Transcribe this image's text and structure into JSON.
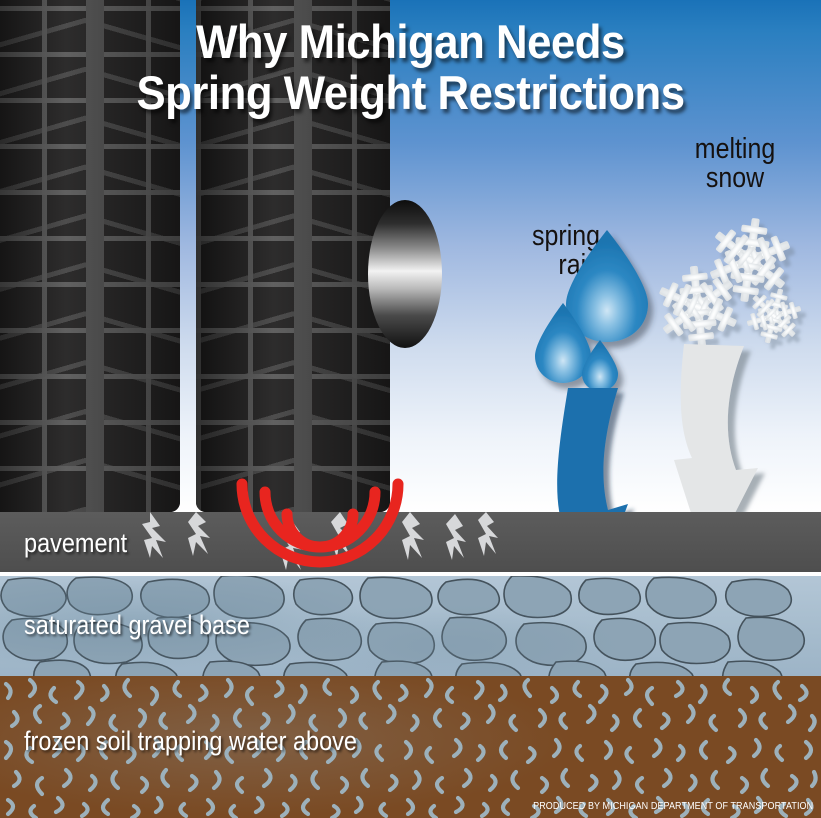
{
  "title": {
    "text": "Why Michigan Needs\nSpring Weight Restrictions",
    "color": "#ffffff"
  },
  "sky": {
    "gradient_top": "#1a72b8",
    "gradient_bottom": "#ffffff"
  },
  "labels": {
    "spring_rain": "spring\nrain",
    "melting_snow": "melting\nsnow",
    "pavement": "pavement",
    "gravel": "saturated gravel base",
    "soil": "frozen soil trapping water above"
  },
  "credit": {
    "text": "PRODUCED BY MICHIGAN DEPARTMENT OF TRANSPORTATION"
  },
  "colors": {
    "water_blue": "#1e7ab5",
    "arrow_blue": "#1d6fad",
    "snow_white": "#e8eaec",
    "pavement_gray": "#565656",
    "gravel_stone": "#8da4b5",
    "gravel_mortar": "#a8c0d4",
    "soil_brown": "#7a4a23",
    "soil_ice": "#9fb7c4",
    "crack_red": "#e8251f",
    "tire_black": "#201f1f"
  },
  "elements": {
    "tire_count": 2,
    "droplet_count": 3,
    "snowflake_count": 3,
    "impact_arc_count": 3,
    "arrows": [
      "rain-infiltration-arrow",
      "snowmelt-infiltration-arrow"
    ]
  }
}
